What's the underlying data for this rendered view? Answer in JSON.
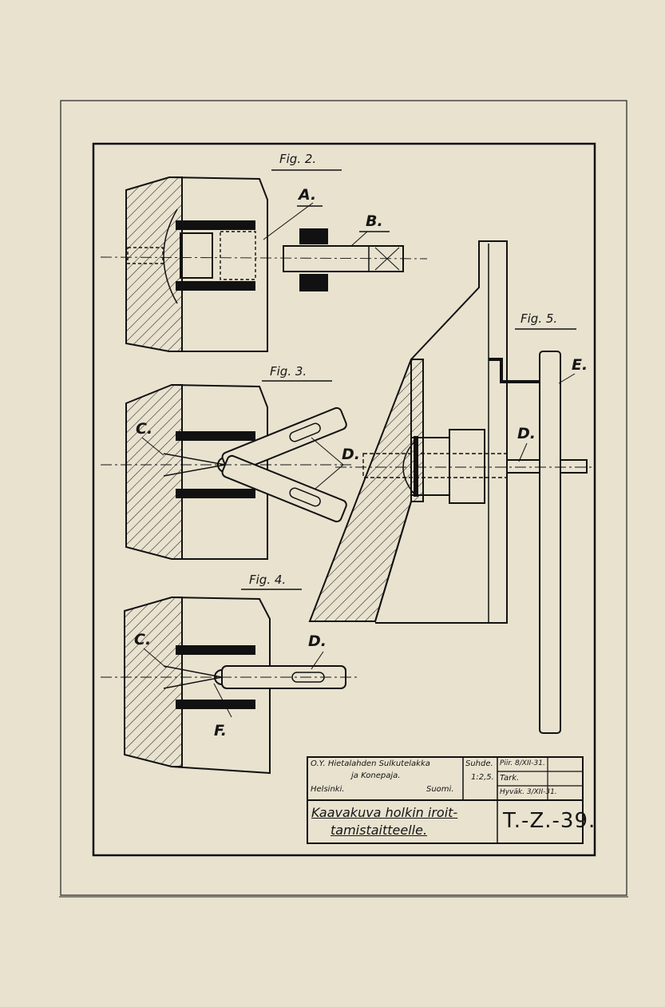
{
  "figures": {
    "fig2": "Fig. 2.",
    "fig3": "Fig. 3.",
    "fig4": "Fig. 4.",
    "fig5": "Fig. 5."
  },
  "labels": {
    "a": "A.",
    "b": "B.",
    "c3": "C.",
    "d3": "D.",
    "c4": "C.",
    "d4": "D.",
    "f": "F.",
    "d5": "D.",
    "e": "E."
  },
  "title_block": {
    "company_line1": "O.Y. Hietalahden Sulkutelakka",
    "company_line2": "ja Konepaja.",
    "city": "Helsinki.",
    "country": "Suomi.",
    "scale_label": "Suhde.",
    "scale_value": "1:2,5.",
    "drawn": "Piir. 8/XII-31.",
    "checked": "Tark.",
    "approved": "Hyväk. 3/XII-31.",
    "title_line1": "Kaavakuva holkin iroit-",
    "title_line2": "tamistaitteelle.",
    "drawing_number": "T.-Z.-39."
  },
  "colors": {
    "paper": "#e8e2cf",
    "ink": "#151515"
  }
}
